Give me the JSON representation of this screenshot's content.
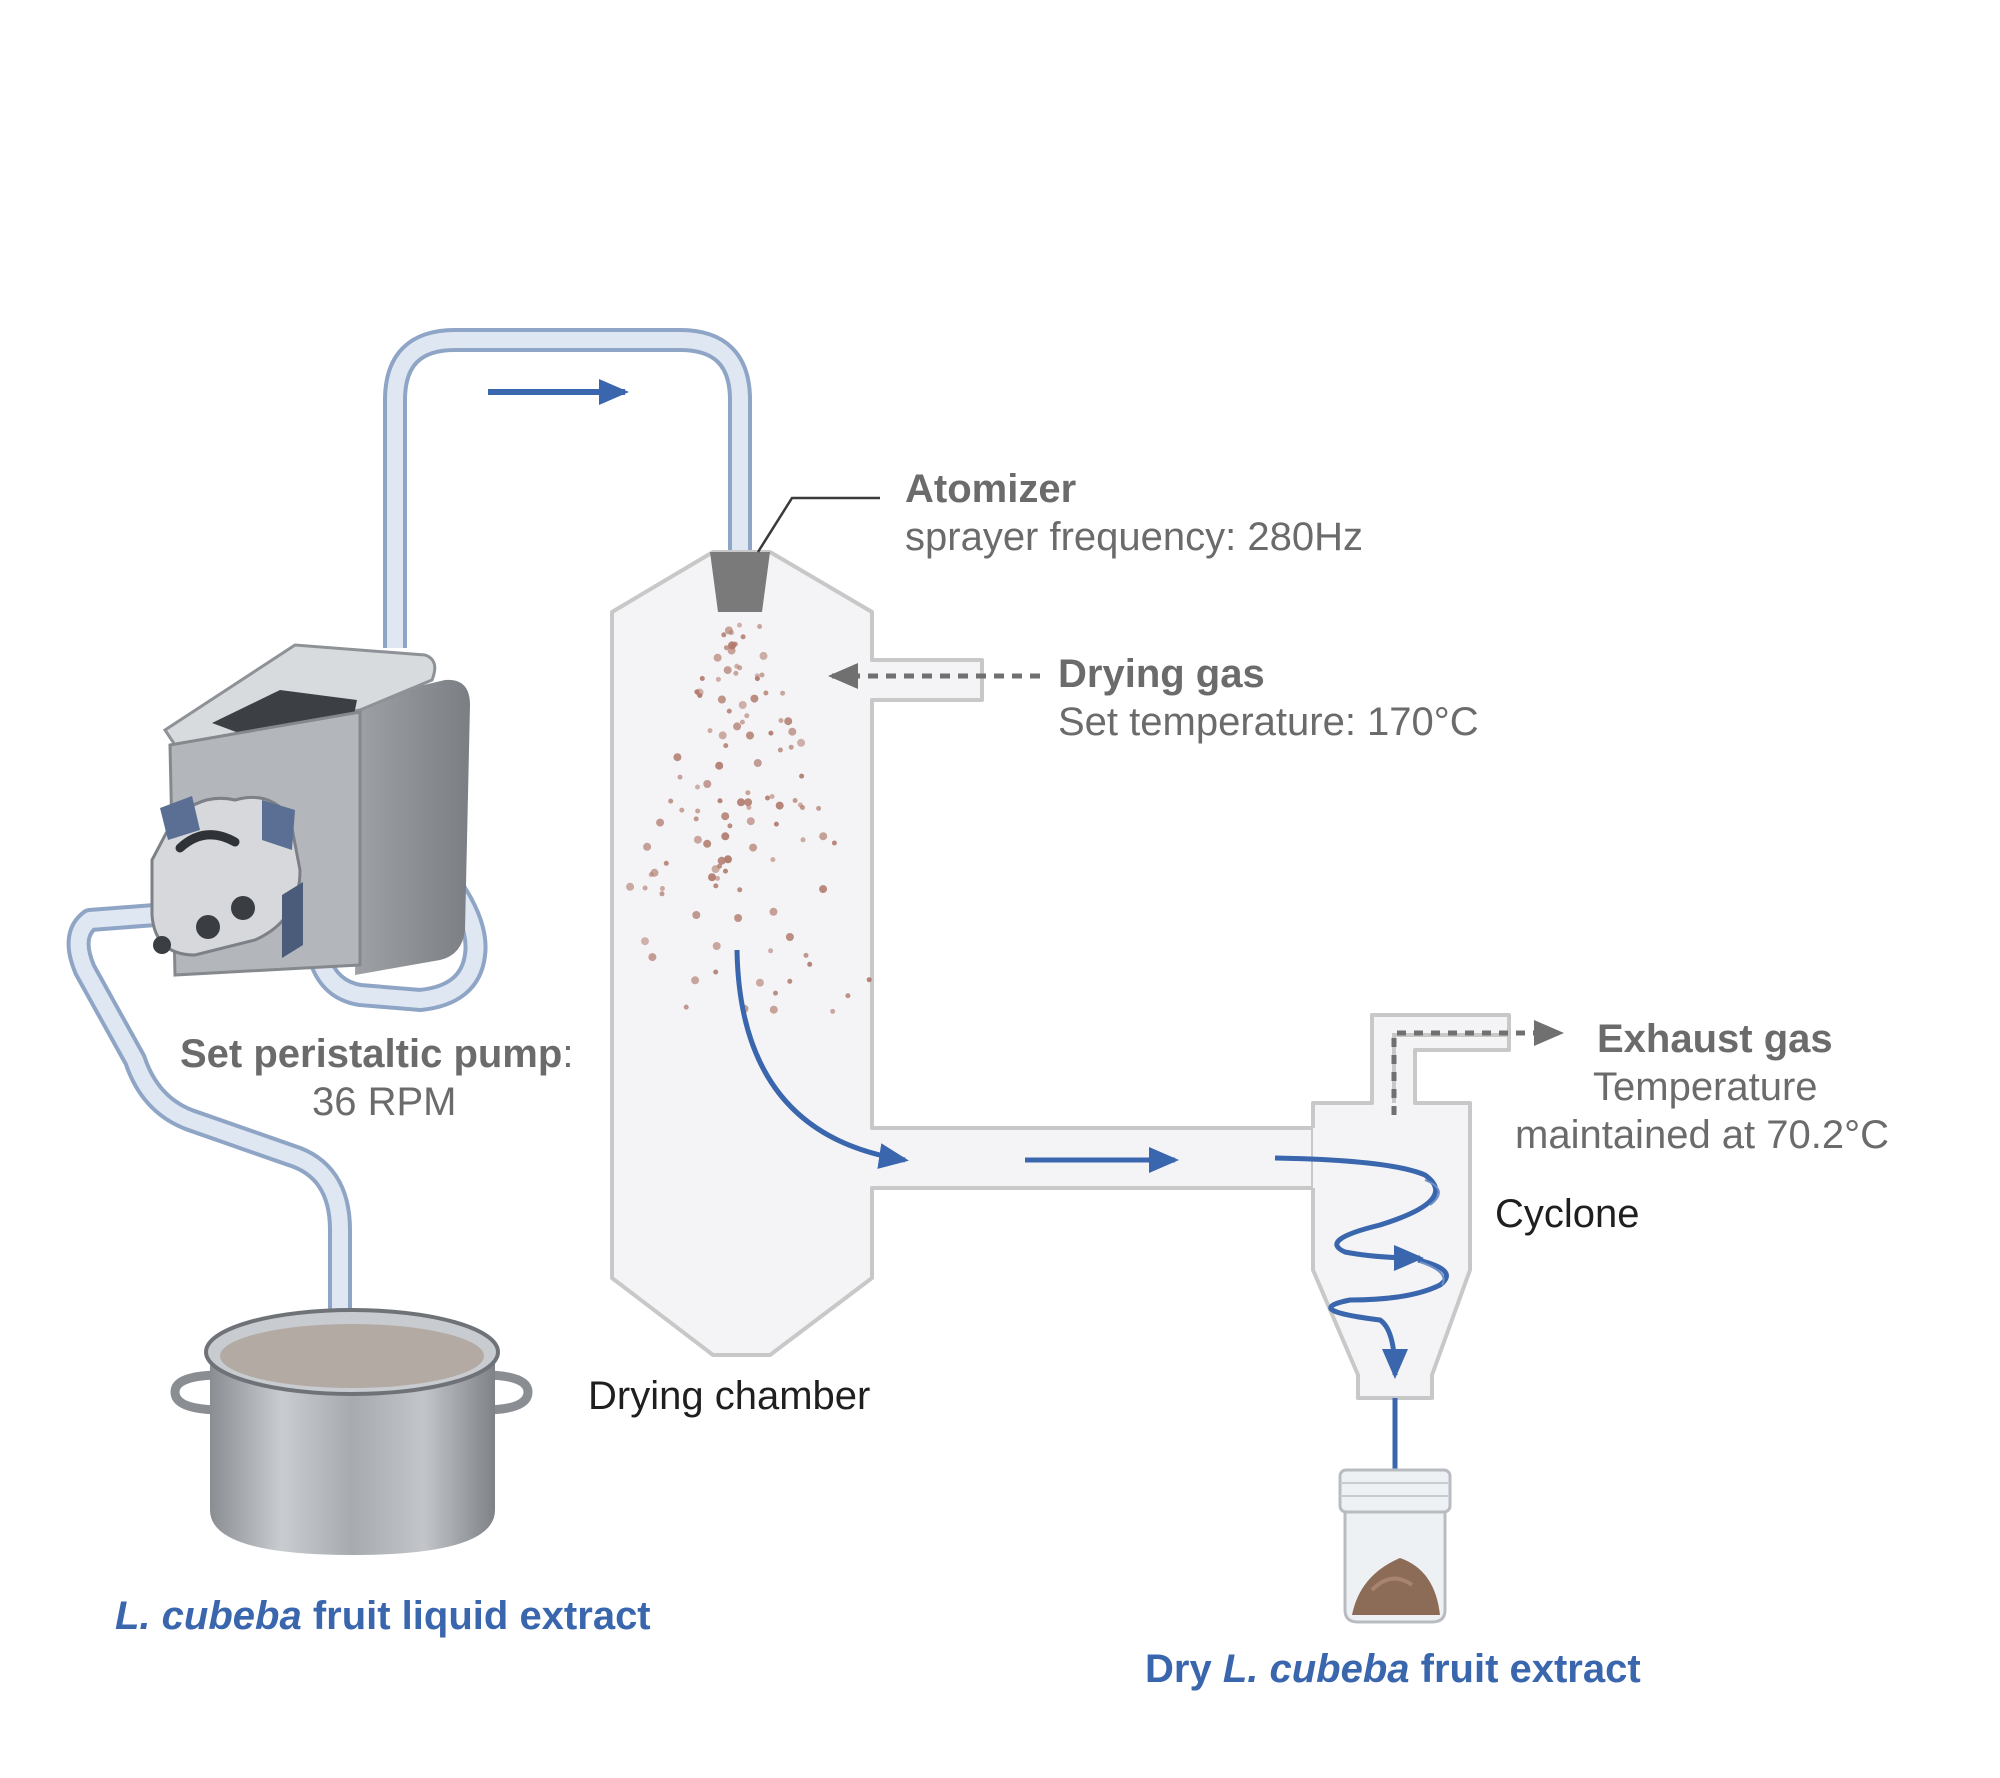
{
  "atomizer": {
    "title": "Atomizer",
    "detail": "sprayer frequency: 280Hz"
  },
  "drying_gas": {
    "title": "Drying gas",
    "detail": "Set temperature: 170°C"
  },
  "pump": {
    "title": "Set peristaltic pump",
    "colon": ":",
    "detail": "36 RPM"
  },
  "drying_chamber": {
    "label": "Drying chamber"
  },
  "exhaust": {
    "title": "Exhaust gas",
    "line1": "Temperature",
    "line2": "maintained at 70.2°C"
  },
  "cyclone": {
    "label": "Cyclone"
  },
  "feed": {
    "species": "L. cubeba",
    "rest": " fruit liquid extract"
  },
  "product": {
    "prefix": "Dry ",
    "species": "L. cubeba",
    "rest": " fruit extract"
  },
  "colors": {
    "flow_arrow": "#3a66ad",
    "label_text": "#6b6b6b",
    "caption_blue": "#3a66ad",
    "vessel_outline": "#c8c8c8",
    "vessel_fill": "#f4f4f6",
    "tubing": "#b8c8e0",
    "particles": "#b07a6c"
  }
}
